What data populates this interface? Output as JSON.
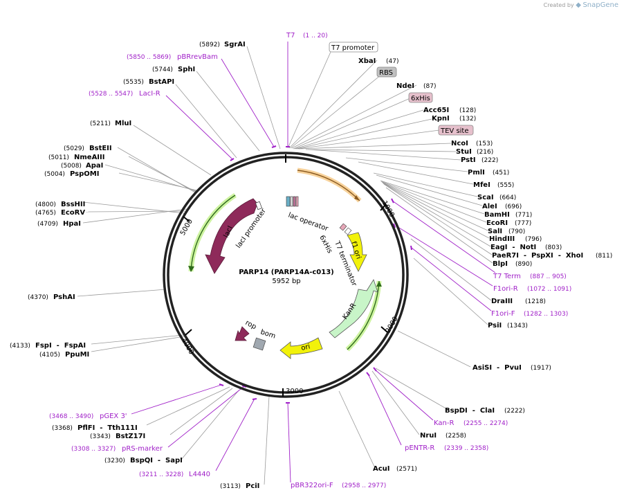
{
  "credit": {
    "prefix": "Created by",
    "brand": "SnapGene"
  },
  "title": "PARP14 (PARP14A-c013)",
  "size": "5952 bp",
  "colors": {
    "primer": "#a020c8",
    "backbone": "#222222",
    "lacI": "#8e2a5a",
    "f1ori": "#f2f20a",
    "kanR": "#c8f5c8",
    "ori": "#f2f20a",
    "rop": "#8e2a5a",
    "bom": "#a0a8b0",
    "insert": "#f4b060"
  },
  "ticks": [
    "1000",
    "2000",
    "3000",
    "4000",
    "5000"
  ],
  "features": [
    "lacI",
    "lacI promoter",
    "lac operator",
    "6xHis",
    "T7 terminator",
    "f1 ori",
    "KanR",
    "ori",
    "rop",
    "bom"
  ],
  "boxed_labels": [
    "T7 promoter",
    "RBS",
    "6xHis",
    "TEV site"
  ],
  "enzymes_right": [
    {
      "name": "XbaI",
      "pos": "(47)"
    },
    {
      "name": "NdeI",
      "pos": "(87)"
    },
    {
      "name": "Acc65I",
      "pos": "(128)"
    },
    {
      "name": "KpnI",
      "pos": "(132)"
    },
    {
      "name": "NcoI",
      "pos": "(153)"
    },
    {
      "name": "StuI",
      "pos": "(216)"
    },
    {
      "name": "PstI",
      "pos": "(222)"
    },
    {
      "name": "PmlI",
      "pos": "(451)"
    },
    {
      "name": "MfeI",
      "pos": "(555)"
    },
    {
      "name": "ScaI",
      "pos": "(664)"
    },
    {
      "name": "AleI",
      "pos": "(696)"
    },
    {
      "name": "BamHI",
      "pos": "(771)"
    },
    {
      "name": "EcoRI",
      "pos": "(777)"
    },
    {
      "name": "SalI",
      "pos": "(790)"
    },
    {
      "name": "HindIII",
      "pos": "(796)"
    },
    {
      "name": "EagI  -  NotI",
      "pos": "(803)"
    },
    {
      "name": "PaeR7I  -  PspXI  -  XhoI",
      "pos": "(811)"
    },
    {
      "name": "BlpI",
      "pos": "(890)"
    },
    {
      "name": "DraIII",
      "pos": "(1218)"
    },
    {
      "name": "PsiI",
      "pos": "(1343)"
    },
    {
      "name": "AsiSI  -  PvuI",
      "pos": "(1917)"
    },
    {
      "name": "BspDI  -  ClaI",
      "pos": "(2222)"
    },
    {
      "name": "NruI",
      "pos": "(2258)"
    },
    {
      "name": "AcuI",
      "pos": "(2571)"
    }
  ],
  "enzymes_left": [
    {
      "name": "SgrAI",
      "pos": "(5892)"
    },
    {
      "name": "SphI",
      "pos": "(5744)"
    },
    {
      "name": "BstAPI",
      "pos": "(5535)"
    },
    {
      "name": "MluI",
      "pos": "(5211)"
    },
    {
      "name": "BstEII",
      "pos": "(5029)"
    },
    {
      "name": "NmeAIII",
      "pos": "(5011)"
    },
    {
      "name": "ApaI",
      "pos": "(5008)"
    },
    {
      "name": "PspOMI",
      "pos": "(5004)"
    },
    {
      "name": "BssHII",
      "pos": "(4800)"
    },
    {
      "name": "EcoRV",
      "pos": "(4765)"
    },
    {
      "name": "HpaI",
      "pos": "(4709)"
    },
    {
      "name": "PshAI",
      "pos": "(4370)"
    },
    {
      "name": "FspI  -  FspAI",
      "pos": "(4133)"
    },
    {
      "name": "PpuMI",
      "pos": "(4105)"
    },
    {
      "name": "PflFI  -  Tth111I",
      "pos": "(3368)"
    },
    {
      "name": "BstZ17I",
      "pos": "(3343)"
    },
    {
      "name": "BspQI  -  SapI",
      "pos": "(3230)"
    },
    {
      "name": "PciI",
      "pos": "(3113)"
    }
  ],
  "primers": [
    {
      "name": "T7",
      "range": "(1 .. 20)"
    },
    {
      "name": "pBRrevBam",
      "range": "(5850 .. 5869)"
    },
    {
      "name": "LacI-R",
      "range": "(5528 .. 5547)"
    },
    {
      "name": "T7 Term",
      "range": "(887 .. 905)"
    },
    {
      "name": "F1ori-R",
      "range": "(1072 .. 1091)"
    },
    {
      "name": "F1ori-F",
      "range": "(1282 .. 1303)"
    },
    {
      "name": "Kan-R",
      "range": "(2255 .. 2274)"
    },
    {
      "name": "pENTR-R",
      "range": "(2339 .. 2358)"
    },
    {
      "name": "pBR322ori-F",
      "range": "(2958 .. 2977)"
    },
    {
      "name": "L4440",
      "range": "(3211 .. 3228)"
    },
    {
      "name": "pRS-marker",
      "range": "(3308 .. 3327)"
    },
    {
      "name": "pGEX 3'",
      "range": "(3468 .. 3490)"
    }
  ]
}
